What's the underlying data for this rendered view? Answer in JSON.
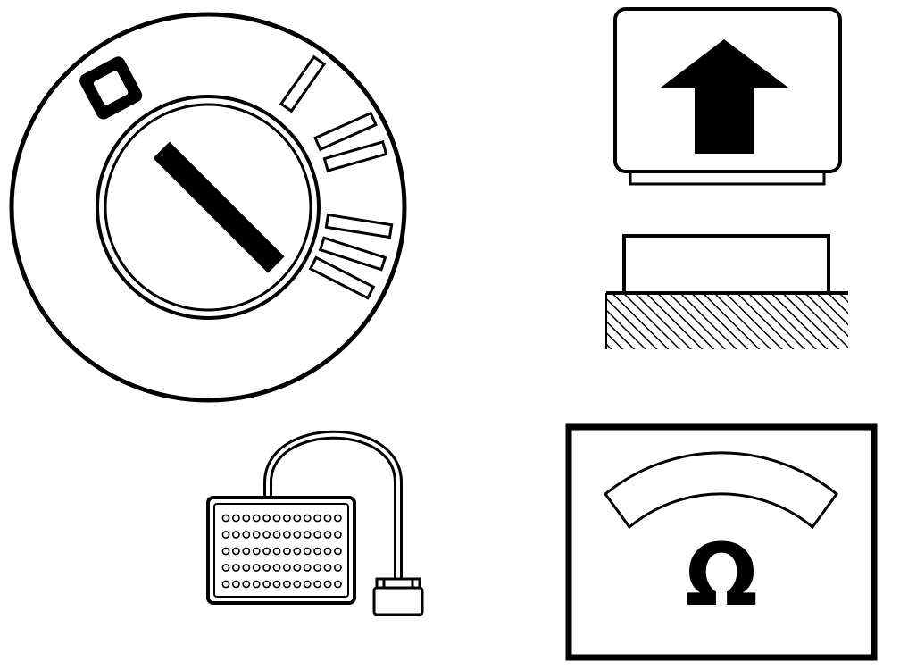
{
  "colors": {
    "ink": "#000000",
    "paper": "#ffffff"
  },
  "symbols": [
    {
      "id": "ignition-switch",
      "icon": "ignition-switch-icon"
    },
    {
      "id": "push-button-raised",
      "icon": "arrow-up-icon"
    },
    {
      "id": "push-button-mounted",
      "icon": "mounted-button-icon"
    },
    {
      "id": "breakout-box",
      "icon": "breakout-box-icon"
    },
    {
      "id": "ohmmeter",
      "icon": "ohmmeter-icon"
    }
  ],
  "ohmmeter": {
    "unit_symbol": "Ω"
  },
  "breakout_box": {
    "rows": 5,
    "cols": 12
  }
}
